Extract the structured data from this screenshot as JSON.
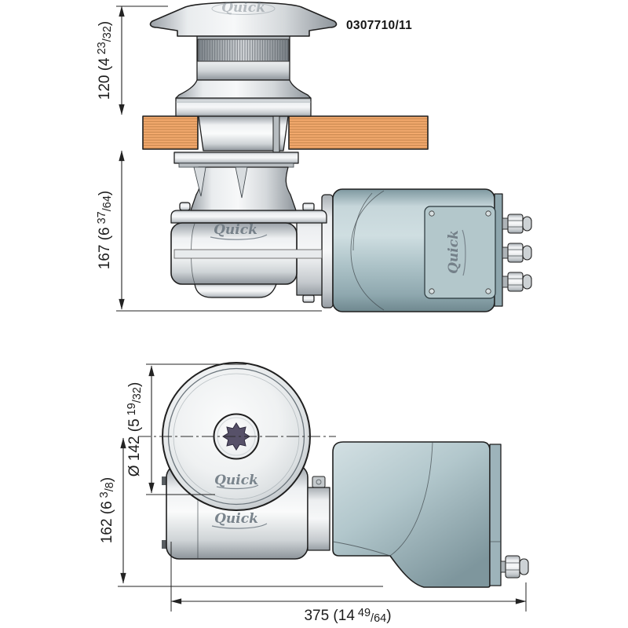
{
  "drawing": {
    "part_number": "0307710/11",
    "brand": "Quick",
    "views": {
      "side_view": "windlass side elevation through deck",
      "top_view": "windlass plan view"
    },
    "dimensions": {
      "height_above_deck": {
        "full": "120 (4 23/32)",
        "pre": "120 (4",
        "num": "23",
        "den": "/32",
        "post": ")"
      },
      "height_below_deck": {
        "full": "167 (6 37/64)",
        "pre": "167 (6",
        "num": "37",
        "den": "/64",
        "post": ")"
      },
      "drum_diameter": {
        "full": "Ø 142 (5 19/32)",
        "pre": "Ø 142 (5",
        "num": "19",
        "den": "/32",
        "post": ")"
      },
      "centerline_to_bottom": {
        "full": "162 (6 3/8)",
        "pre": "162 (6",
        "num": "3",
        "den": "/8",
        "post": ")"
      },
      "overall_length": {
        "full": "375 (14 49/64)",
        "pre": "375 (14",
        "num": "49",
        "den": "/64",
        "post": ")"
      }
    },
    "colors": {
      "line": "#1f1f1f",
      "metal_light": "#f6f7f8",
      "metal_dark": "#8e959b",
      "motor_blue": "#aec3c9",
      "wood": "#f2a96d",
      "wood_grain": "#c2834a",
      "star_socket": "#575169"
    }
  }
}
